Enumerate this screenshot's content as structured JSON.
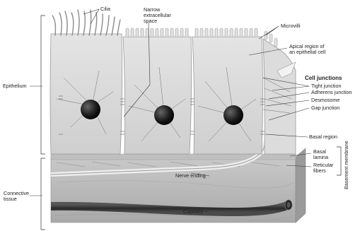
{
  "labels": {
    "cilia": "Cilia",
    "narrow_space_1": "Narrow",
    "narrow_space_2": "extracellular",
    "narrow_space_3": "space",
    "microvilli": "Microvilli",
    "apical_1": "Apical region of",
    "apical_2": "an epithelial cell",
    "cell_junctions": "Cell junctions",
    "tight_junction": "Tight junction",
    "adherens_junction": "Adherens junction",
    "desmosome": "Desmosome",
    "gap_junction": "Gap junction",
    "basal_region": "Basal region",
    "basal_lamina_1": "Basal",
    "basal_lamina_2": "lamina",
    "reticular_1": "Reticular",
    "reticular_2": "fibers",
    "basement_membrane": "Basement membrane",
    "epithelium": "Epithelium",
    "connective_1": "Connective",
    "connective_2": "tissue",
    "nerve_ending": "Nerve ending",
    "capillary": "Capillary"
  },
  "colors": {
    "cell_fill": "#d7d7d7",
    "cell_edge": "#9a9a9a",
    "nucleus": "#222222",
    "connective": "#bdbdbd",
    "connective_dark": "#9e9e9e",
    "capillary": "#3a3a3a"
  }
}
